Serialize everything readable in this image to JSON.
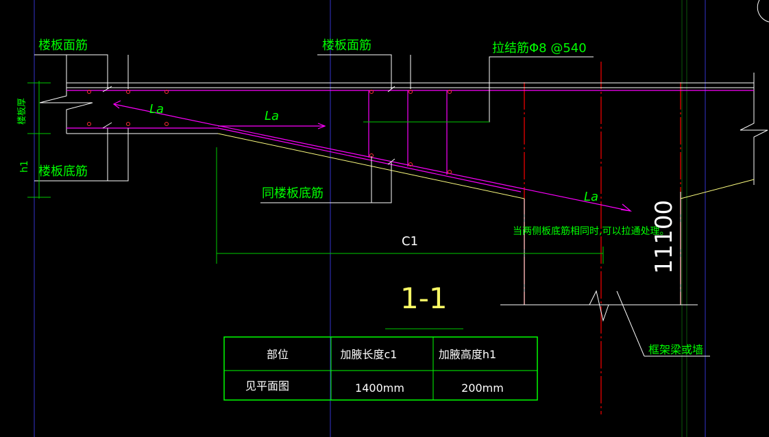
{
  "labels": {
    "top_rebar_left": "楼板面筋",
    "top_rebar_mid": "楼板面筋",
    "tie_bar": "拉结筋Φ8 @540",
    "slab_thickness": "楼板厚",
    "h1_dim": "h1",
    "bottom_rebar_left": "楼板底筋",
    "same_bottom_rebar": "同楼板底筋",
    "la_1": "La",
    "la_2": "La",
    "la_3": "La",
    "c1_dim": "C1",
    "note": "当两侧板底筋相同时,可以拉通处理。",
    "side_number": "11100",
    "section_title": "1-1",
    "frame_beam": "框架梁或墙"
  },
  "table": {
    "headers": [
      "部位",
      "加腋长度c1",
      "加腋高度h1"
    ],
    "rows": [
      [
        "见平面图",
        "1400mm",
        "200mm"
      ]
    ]
  },
  "colors": {
    "background": "#000000",
    "text_green": "#00ff00",
    "rebar_magenta": "#ff00ff",
    "concrete_white": "#ffffff",
    "slope_yellow": "#ffff80",
    "axis_blue": "#3333cc",
    "grid_red": "#cc0000",
    "leader_green": "#00cc00",
    "title_yellow": "#ffff66"
  }
}
